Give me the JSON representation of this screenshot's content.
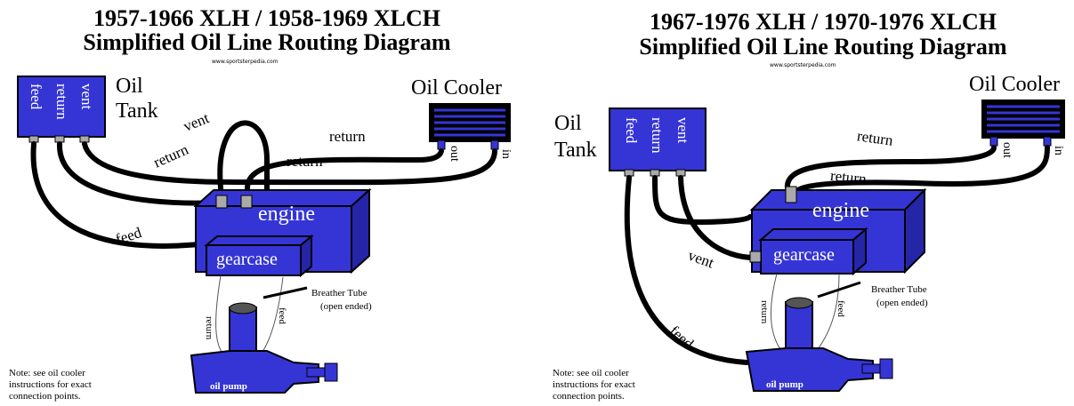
{
  "left": {
    "title_line1": "1957-1966 XLH / 1958-1969 XLCH",
    "title_line2": "Simplified Oil Line Routing Diagram",
    "website": "www.sportsterpedia.com",
    "oil_tank_label_1": "Oil",
    "oil_tank_label_2": "Tank",
    "tank_ports": [
      "feed",
      "return",
      "vent"
    ],
    "oil_cooler_label": "Oil Cooler",
    "cooler_ports": [
      "out",
      "in"
    ],
    "line_labels": {
      "vent": "vent",
      "return_tank": "return",
      "return_cooler_top": "return",
      "return_cooler_mid": "return",
      "feed": "feed"
    },
    "engine": "engine",
    "gearcase": "gearcase",
    "breather_1": "Breather Tube",
    "breather_2": "(open ended)",
    "pump_return": "return",
    "pump_feed": "feed",
    "oil_pump": "oil pump",
    "note": [
      "Note: see oil cooler",
      "instructions for exact",
      "connection points."
    ]
  },
  "right": {
    "title_line1": "1967-1976 XLH / 1970-1976 XLCH",
    "title_line2": "Simplified Oil Line Routing Diagram",
    "website": "www.sportsterpedia.com",
    "oil_tank_label_1": "Oil",
    "oil_tank_label_2": "Tank",
    "tank_ports": [
      "feed",
      "return",
      "vent"
    ],
    "oil_cooler_label": "Oil Cooler",
    "cooler_ports": [
      "out",
      "in"
    ],
    "line_labels": {
      "return_top": "return",
      "return_mid": "return",
      "vent": "vent",
      "feed": "feed"
    },
    "engine": "engine",
    "gearcase": "gearcase",
    "breather_1": "Breather Tube",
    "breather_2": "(open ended)",
    "pump_return": "return",
    "pump_feed": "feed",
    "oil_pump": "oil pump",
    "note": [
      "Note: see oil cooler",
      "instructions for exact",
      "connection points."
    ]
  },
  "colors": {
    "component_blue": "#3535d6",
    "line_black": "#000000"
  }
}
